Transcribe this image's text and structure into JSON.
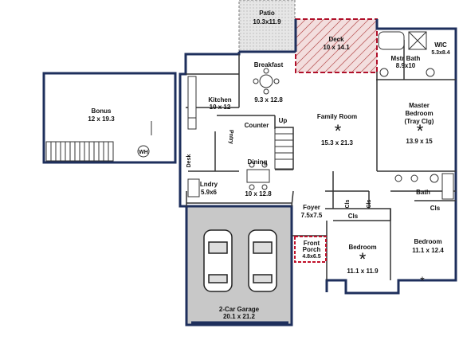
{
  "colors": {
    "wall": "#1e2f5c",
    "line": "#333333",
    "garage_fill": "#c8c8c8",
    "patio_fill": "#e6e6e6",
    "deck_hatch": "#a33",
    "deck_border": "#b0102a",
    "porch_border": "#c0102a"
  },
  "rooms": {
    "patio": {
      "name": "Patio",
      "size": "10.3x11.9"
    },
    "deck": {
      "name": "Deck",
      "size": "10 x 14.1"
    },
    "wic": {
      "name": "WIC",
      "size": "5.3x8.4"
    },
    "mstr_bath": {
      "name": "Mstr Bath",
      "size": "8.9x10"
    },
    "breakfast": {
      "name": "Breakfast",
      "size": "9.3 x 12.8"
    },
    "kitchen": {
      "name": "Kitchen",
      "size": "10 x 12"
    },
    "family_room": {
      "name": "Family Room",
      "size": "15.3 x 21.3"
    },
    "master_bedroom": {
      "name": "Master",
      "name2": "Bedroom",
      "name3": "(Tray Clg)",
      "size": "13.9 x 15"
    },
    "bonus": {
      "name": "Bonus",
      "size": "12 x 19.3"
    },
    "counter": {
      "name": "Counter"
    },
    "up": {
      "name": "Up"
    },
    "pntry": {
      "name": "Pntry"
    },
    "desk": {
      "name": "Desk"
    },
    "dining": {
      "name": "Dining",
      "size": "10 x 12.8"
    },
    "lndry": {
      "name": "Lndry",
      "size": "5.9x6"
    },
    "foyer": {
      "name": "Foyer",
      "size": "7.5x7.5"
    },
    "bath": {
      "name": "Bath"
    },
    "cls_1": {
      "name": "Cls"
    },
    "cls_2": {
      "name": "Cls"
    },
    "cls_3": {
      "name": "Cls"
    },
    "cls_4": {
      "name": "Cls"
    },
    "garage": {
      "name": "2-Car Garage",
      "size": "20.1 x 21.2"
    },
    "front_porch": {
      "name": "Front",
      "name2": "Porch",
      "size": "4.8x6.5"
    },
    "bedroom_1": {
      "name": "Bedroom",
      "size": "11.1 x 11.9"
    },
    "bedroom_2": {
      "name": "Bedroom",
      "size": "11.1 x 12.4"
    }
  },
  "fixtures": {
    "water_heater": "WH"
  }
}
